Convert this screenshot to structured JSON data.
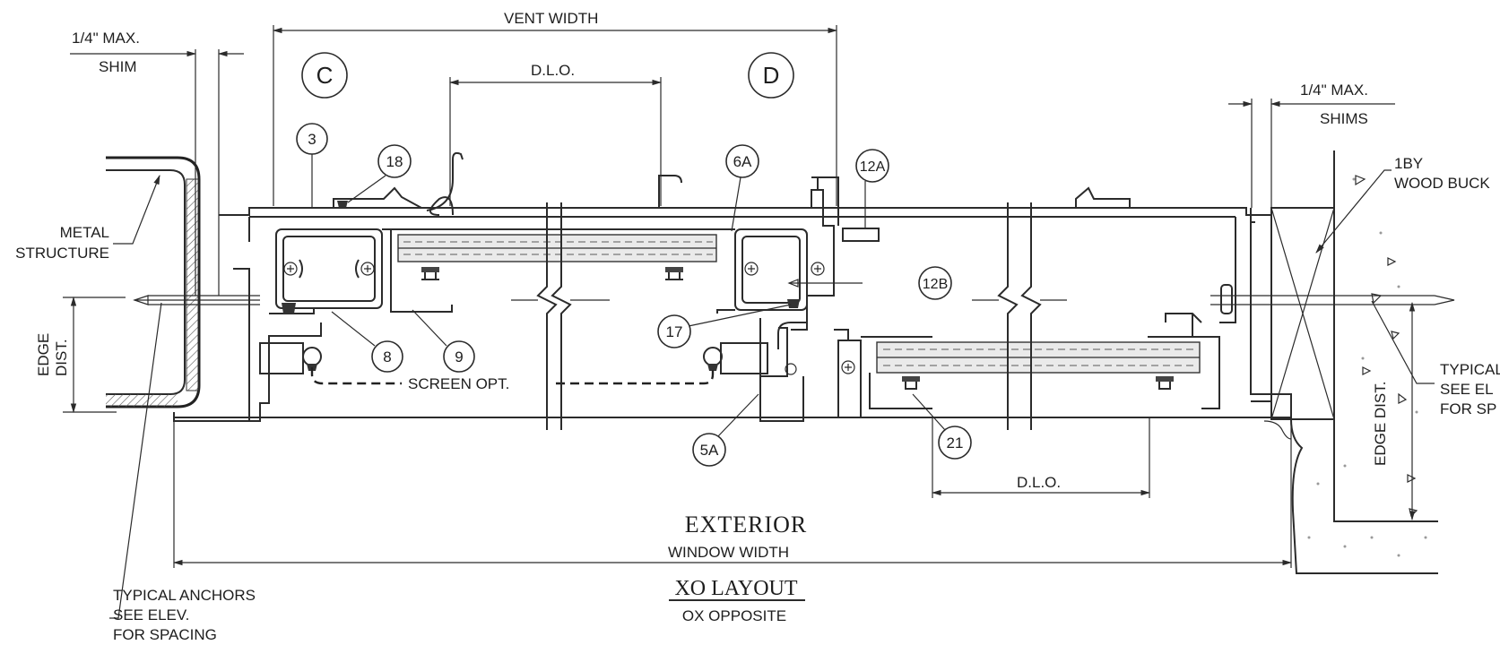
{
  "dimensions": {
    "shim_left_value": "1/4\" MAX.",
    "shim_left_label": "SHIM",
    "shim_right_value": "1/4\" MAX.",
    "shim_right_label": "SHIMS",
    "vent_width": "VENT WIDTH",
    "dlo_upper": "D.L.O.",
    "dlo_lower": "D.L.O.",
    "window_width": "WINDOW WIDTH",
    "edge_dist_left_1": "EDGE",
    "edge_dist_left_2": "DIST.",
    "edge_dist_right": "EDGE DIST."
  },
  "section_markers": {
    "c": "C",
    "d": "D"
  },
  "callouts": {
    "c3": "3",
    "c18": "18",
    "c6a": "6A",
    "c12a": "12A",
    "c12b": "12B",
    "c8": "8",
    "c9": "9",
    "c17": "17",
    "c5a": "5A",
    "c21": "21"
  },
  "notes": {
    "metal_structure_1": "METAL",
    "metal_structure_2": "STRUCTURE",
    "screen_opt": "SCREEN OPT.",
    "wood_buck_1": "1BY",
    "wood_buck_2": "WOOD BUCK",
    "anchors_left_1": "TYPICAL ANCHORS",
    "anchors_left_2": "SEE ELEV.",
    "anchors_left_3": "FOR SPACING",
    "anchors_right_1": "TYPICAL",
    "anchors_right_2": "SEE EL",
    "anchors_right_3": "FOR SP"
  },
  "titles": {
    "exterior": "EXTERIOR",
    "layout": "XO LAYOUT",
    "layout_sub": "OX OPPOSITE"
  }
}
